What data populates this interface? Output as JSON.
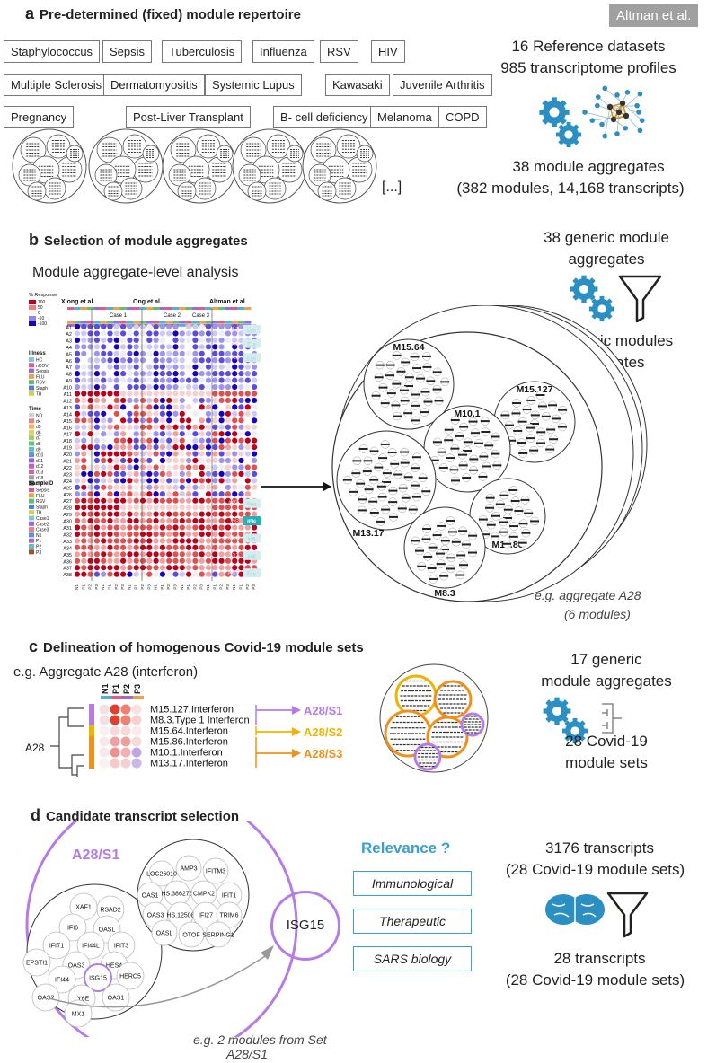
{
  "source_tag": "Altman et al.",
  "section_a": {
    "letter": "a",
    "title": "Pre-determined (fixed) module repertoire",
    "datasets": [
      "Staphylococcus",
      "Sepsis",
      "Tuberculosis",
      "Influenza",
      "RSV",
      "HIV",
      "Multiple Sclerosis",
      "Dermatomyositis",
      "Systemic Lupus",
      "Kawasaki",
      "Juvenile Arthritis",
      "Pregnancy",
      "Post-Liver Transplant",
      "B- cell deficiency",
      "Melanoma",
      "COPD"
    ],
    "ellipsis": "[...]",
    "right_line1": "16 Reference datasets",
    "right_line2": "985 transcriptome profiles",
    "right_line3": "38 module aggregates",
    "right_line4": "(382 modules, 14,168 transcripts)"
  },
  "section_b": {
    "letter": "b",
    "title": "Selection of module aggregates",
    "subtitle": "Module aggregate-level analysis",
    "right_line1": "38 generic module",
    "right_line2": "aggregates",
    "right_line3": "17 generic modules",
    "right_line4": "aggregates",
    "heatmap_groups": [
      "Xiong et al.",
      "Ong et al.",
      "Altman et al."
    ],
    "case_labels": [
      "Case 1",
      "Case 2",
      "Case 3"
    ],
    "legend_title": "% Response",
    "legend_values": [
      "100",
      "50",
      "0",
      "-50",
      "-100"
    ],
    "illness_title": "Illness",
    "illness_items": [
      "HC",
      "nCOV",
      "Sepsis",
      "FLU",
      "RSV",
      "Staph",
      "TB"
    ],
    "time_title": "Time",
    "time_items": [
      "ND",
      "d4",
      "d5",
      "d6",
      "d7",
      "d8",
      "d9",
      "d10",
      "d11",
      "d12",
      "d13",
      "d18",
      "d19"
    ],
    "sample_title": "SampleID",
    "sample_items": [
      "Sepsis",
      "FLU",
      "RSV",
      "Staph",
      "TB",
      "Case1",
      "Case2",
      "Case3",
      "N1",
      "P1",
      "P2",
      "P3"
    ],
    "row_labels": [
      "A1",
      "A2",
      "A3",
      "A4",
      "A5",
      "A6",
      "A7",
      "A8",
      "A9",
      "A10",
      "A11",
      "A12",
      "A13",
      "A14",
      "A15",
      "A16",
      "A17",
      "A18",
      "A19",
      "A20",
      "A21",
      "A22",
      "A23",
      "A24",
      "A25",
      "A26",
      "A27",
      "A28",
      "A29",
      "A30",
      "A31",
      "A32",
      "A33",
      "A34",
      "A35",
      "A36",
      "A37",
      "A38"
    ],
    "right_tags_top": [
      {
        "id": "A1",
        "label": "Lyc"
      },
      {
        "id": "A2",
        "label": "Cla"
      },
      {
        "id": "A3",
        "label": "Lyc"
      }
    ],
    "right_tags_bottom": [
      {
        "id": "A27",
        "label": "Neu"
      },
      {
        "id": "A28",
        "label": "IFN"
      },
      {
        "id": "A31",
        "label": "Infl"
      },
      {
        "id": "A33",
        "label": "Infl"
      },
      {
        "id": "A37",
        "label": "Ery"
      }
    ],
    "aggregate_modules": [
      "M15.64",
      "M15.127",
      "M10.1",
      "M13.17",
      "M15.86",
      "M8.3"
    ],
    "caption1": "e.g. aggregate A28",
    "caption2": "(6 modules)"
  },
  "section_c": {
    "letter": "c",
    "title": "Delineation of homogenous Covid-19 module sets",
    "subtitle": "e.g. Aggregate A28 (interferon)",
    "col_headers": [
      "N1",
      "P1",
      "P2",
      "P3"
    ],
    "aggregate_label": "A28",
    "modules": [
      "M15.127.Interferon",
      "M8.3.Type 1 Interferon",
      "M15.64.Interferon",
      "M15.86.Interferon",
      "M10.1.Interferon",
      "M13.17.Interferon"
    ],
    "sets": [
      "A28/S1",
      "A28/S2",
      "A28/S3"
    ],
    "right_line1": "17 generic",
    "right_line2": "module aggregates",
    "right_line3": "28 Covid-19",
    "right_line4": "module sets",
    "colors": {
      "s1": "#b57be8",
      "s2": "#f0b400",
      "s3": "#f0901a"
    }
  },
  "section_d": {
    "letter": "d",
    "title": "Candidate transcript selection",
    "set_label": "A28/S1",
    "module1_genes": [
      "XAF1",
      "RSAD2",
      "IFI6",
      "OASL",
      "IFIT1",
      "IFI44L",
      "IFIT3",
      "EPSTI1",
      "OAS3",
      "HES4",
      "IFI44",
      "ISG15",
      "HERC5",
      "OAS2",
      "LY6E",
      "OAS1",
      "MX1"
    ],
    "module2_genes": [
      "LOC26010",
      "AMP3",
      "IFITM3",
      "OAS1",
      "HS.386275",
      "CMPK2",
      "IFIT1",
      "OAS3",
      "HS.12508",
      "IFI27",
      "TRIM6",
      "OASL",
      "OTOF",
      "SERPING1"
    ],
    "selected_gene": "ISG15",
    "relevance_title": "Relevance ?",
    "relevance_items": [
      "Immunological",
      "Therapeutic",
      "SARS biology"
    ],
    "caption1": "e.g. 2 modules from Set",
    "caption2": "A28/S1",
    "right_line1": "3176 transcripts",
    "right_line2": "(28 Covid-19 module sets)",
    "right_line3": "28 transcripts",
    "right_line4": "(28 Covid-19 module sets)"
  },
  "colors": {
    "blue_icon": "#2b8fc4",
    "purple": "#b57be8",
    "orange": "#f0901a",
    "relevance_blue": "#3a9fd6"
  }
}
